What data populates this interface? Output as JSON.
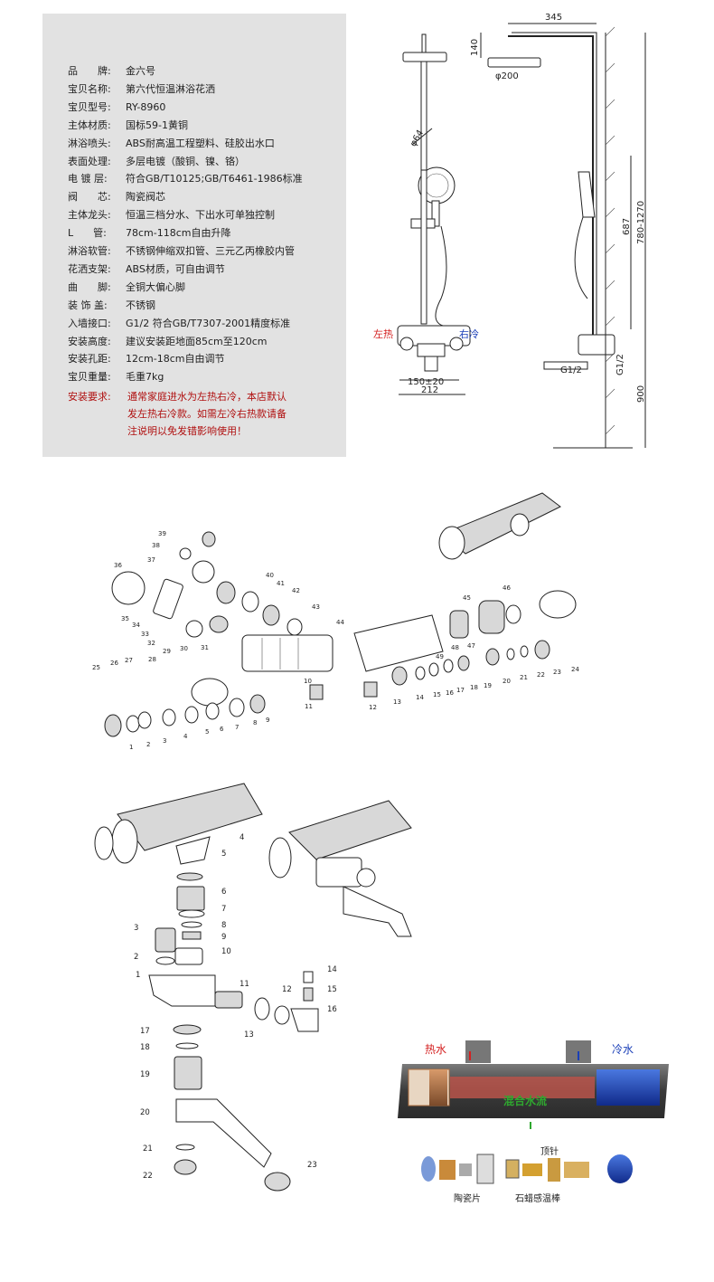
{
  "specs": [
    {
      "label": "品　　牌:",
      "value": "金六号"
    },
    {
      "label": "宝贝名称:",
      "value": "第六代恒温淋浴花洒"
    },
    {
      "label": "宝贝型号:",
      "value": "RY-8960"
    },
    {
      "label": "主体材质:",
      "value": "国标59-1黄铜"
    },
    {
      "label": "淋浴喷头:",
      "value": "ABS耐高温工程塑料、硅胶出水口"
    },
    {
      "label": "表面处理:",
      "value": "多层电镀（酸铜、镍、铬）"
    },
    {
      "label": "电 镀 层:",
      "value": "符合GB/T10125;GB/T6461-1986标准"
    },
    {
      "label": "阀　　芯:",
      "value": "陶瓷阀芯"
    },
    {
      "label": "主体龙头:",
      "value": "恒温三档分水、下出水可单独控制"
    },
    {
      "label": "L　　管:",
      "value": "78cm-118cm自由升降"
    },
    {
      "label": "淋浴软管:",
      "value": "不锈钢伸缩双扣管、三元乙丙橡胶内管"
    },
    {
      "label": "花洒支架:",
      "value": "ABS材质，可自由调节"
    },
    {
      "label": "曲　　脚:",
      "value": "全铜大偏心脚"
    },
    {
      "label": "装 饰 盖:",
      "value": "不锈钢"
    },
    {
      "label": "入墙接口:",
      "value": "G1/2  符合GB/T7307-2001精度标准"
    },
    {
      "label": "安装高度:",
      "value": "建议安装距地面85cm至120cm"
    },
    {
      "label": "安装孔距:",
      "value": "12cm-18cm自由调节"
    },
    {
      "label": "宝贝重量:",
      "value": "毛重7kg"
    }
  ],
  "requirement": {
    "label": "安装要求:",
    "lines": [
      "通常家庭进水为左热右冷，本店默认",
      "发左热右冷款。如需左冷右热款请备",
      "注说明以免发错影响使用！"
    ]
  },
  "dimensions": {
    "d345": "345",
    "d140": "140",
    "d200": "φ200",
    "d64": "φ64",
    "d687": "687",
    "d780_1270": "780-1270",
    "d900": "900",
    "d150": "150±20",
    "d212": "212",
    "g12a": "G1/2",
    "g12b": "G1/2",
    "hot_left": "左热",
    "cold_right": "右冷"
  },
  "cutaway": {
    "hot": "热水",
    "cold": "冷水",
    "mix": "混合水流",
    "ceramic": "陶瓷片",
    "wax": "石蜡感温棒",
    "pin": "顶针"
  },
  "colors": {
    "panel_bg": "#e2e2e2",
    "warning": "#b01010",
    "hot": "#d42020",
    "cold": "#1a3fb8",
    "mix": "#2fa82f"
  }
}
